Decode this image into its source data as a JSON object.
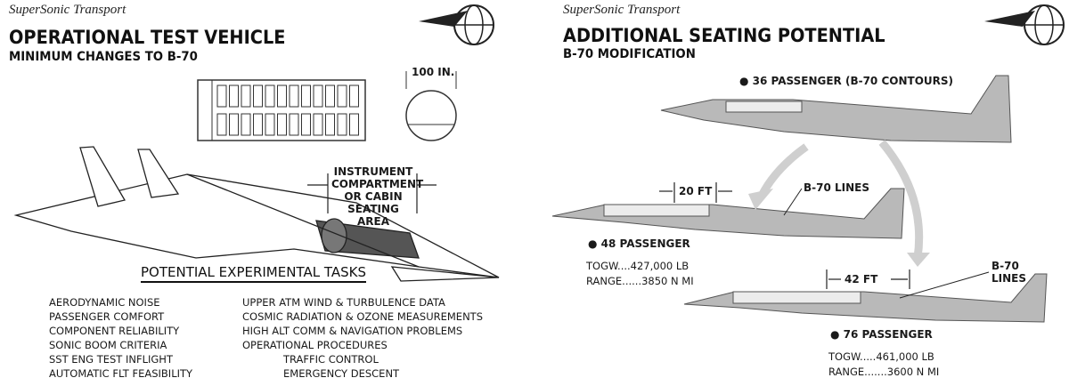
{
  "left_panel": {
    "brand": "SuperSonic Transport",
    "title": "OPERATIONAL TEST VEHICLE",
    "subtitle": "MINIMUM CHANGES TO B-70",
    "cabin_width_label": "100 IN.",
    "callout": [
      "INSTRUMENT",
      "COMPARTMENT",
      "OR CABIN",
      "SEATING AREA"
    ],
    "tasks_heading": "POTENTIAL EXPERIMENTAL TASKS",
    "tasks_left": [
      "AERODYNAMIC NOISE",
      "PASSENGER COMFORT",
      "COMPONENT RELIABILITY",
      "SONIC BOOM CRITERIA",
      "SST ENG TEST INFLIGHT",
      "AUTOMATIC FLT FEASIBILITY"
    ],
    "tasks_right": [
      "UPPER ATM WIND & TURBULENCE DATA",
      "COSMIC RADIATION & OZONE MEASUREMENTS",
      "HIGH ALT COMM & NAVIGATION PROBLEMS",
      "OPERATIONAL PROCEDURES",
      "TRAFFIC CONTROL",
      "EMERGENCY DESCENT"
    ]
  },
  "right_panel": {
    "brand": "SuperSonic Transport",
    "title": "ADDITIONAL SEATING POTENTIAL",
    "subtitle": "B-70 MODIFICATION",
    "config_36": "36 PASSENGER (B-70 CONTOURS)",
    "config_48": {
      "label": "48 PASSENGER",
      "length": "20 FT",
      "lines": "B-70 LINES",
      "togw": "TOGW....427,000 LB",
      "range": "RANGE......3850 N MI"
    },
    "config_76": {
      "label": "76 PASSENGER",
      "length": "42 FT",
      "lines_1": "B-70",
      "lines_2": "LINES",
      "togw": "TOGW.....461,000 LB",
      "range": "RANGE.......3600 N MI"
    }
  },
  "colors": {
    "aircraft_fill": "#b9b9b9",
    "cabin_fill": "#ececec",
    "arrow": "#cfcfcf"
  }
}
